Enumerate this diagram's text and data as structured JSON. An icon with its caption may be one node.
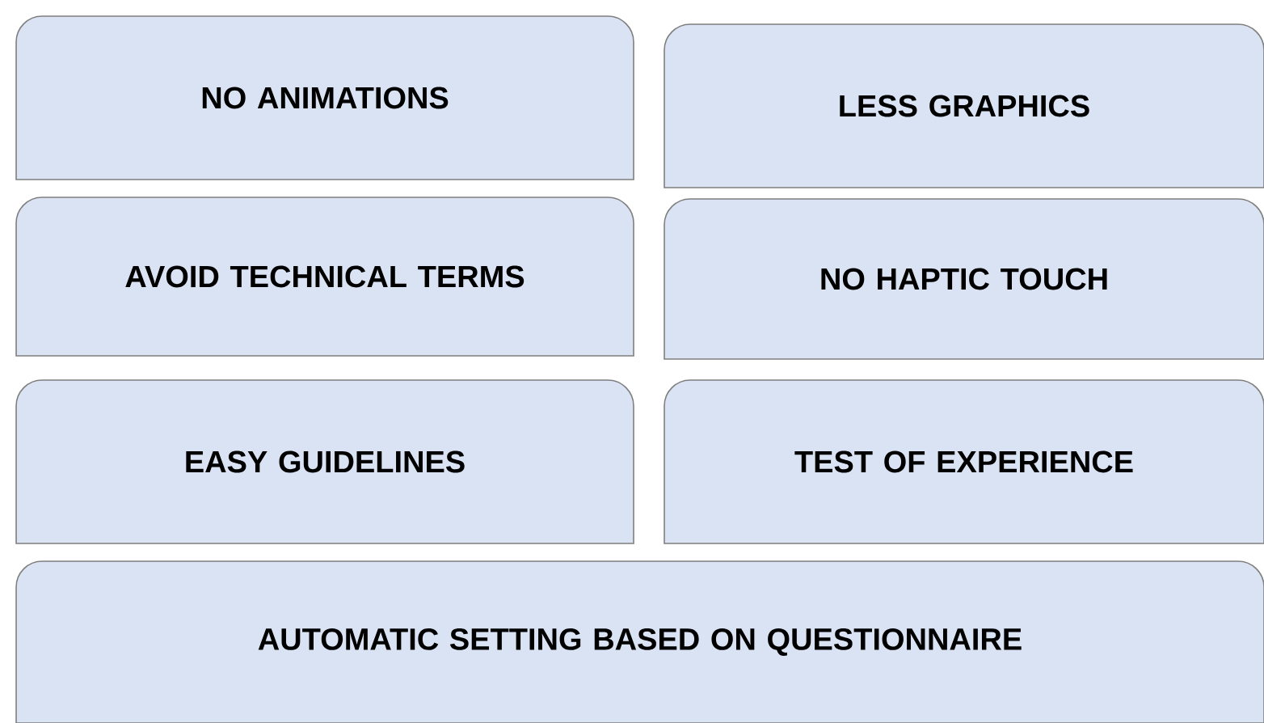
{
  "diagram": {
    "nodes": [
      {
        "text": [
          "NO ANIMATIONS"
        ]
      },
      {
        "text": [
          "LESS GRAPHICS"
        ]
      },
      {
        "text": [
          "AVOID TECHNICAL TERMS"
        ]
      },
      {
        "text": [
          "NO HAPTIC TOUCH"
        ]
      },
      {
        "text": [
          "EASY GUIDELINES"
        ]
      },
      {
        "text": [
          "TEST OF EXPERIENCE"
        ]
      },
      {
        "text": [
          "AUTOMATIC SETTING BASED ON QUESTIONNAIRE"
        ]
      }
    ]
  }
}
